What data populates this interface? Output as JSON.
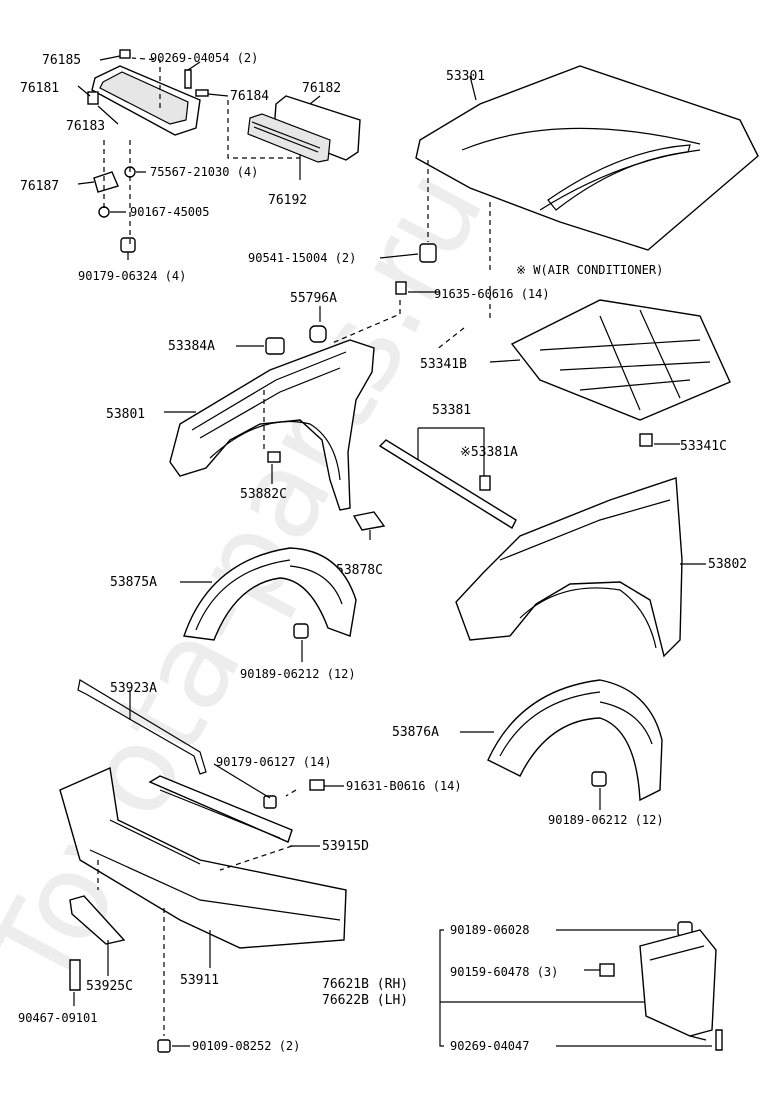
{
  "watermark": "Toyota-parts.ru",
  "callouts": {
    "p76185": "76185",
    "p76181": "76181",
    "p76183": "76183",
    "p90269_04054": "90269-04054 (2)",
    "p76184": "76184",
    "p76182": "76182",
    "p76192": "76192",
    "p75567": "75567-21030 (4)",
    "p76187": "76187",
    "p90167": "90167-45005",
    "p90179_06324": "90179-06324 (4)",
    "p53301": "53301",
    "p90541": "90541-15004 (2)",
    "note_ac": "※ W(AIR CONDITIONER)",
    "p55796A": "55796A",
    "p91635": "91635-60616 (14)",
    "p53384A": "53384A",
    "p53341B": "53341B",
    "p53801": "53801",
    "p53381": "53381",
    "p53381A": "※53381A",
    "p53341C": "53341C",
    "p53882C": "53882C",
    "p53802": "53802",
    "p53878C": "53878C",
    "p53875A": "53875A",
    "p90189_06212a": "90189-06212 (12)",
    "p53923A": "53923A",
    "p53876A": "53876A",
    "p90179_06127": "90179-06127 (14)",
    "p91631": "91631-B0616 (14)",
    "p90189_06212b": "90189-06212 (12)",
    "p53915D": "53915D",
    "p90189_06028": "90189-06028",
    "p76621B": "76621B (RH)",
    "p76622B": "76622B (LH)",
    "p90159": "90159-60478 (3)",
    "p53925C": "53925C",
    "p53911": "53911",
    "p90467": "90467-09101",
    "p90269_04047": "90269-04047",
    "p90109": "90109-08252 (2)",
    "diagram_id": "530705-G"
  }
}
